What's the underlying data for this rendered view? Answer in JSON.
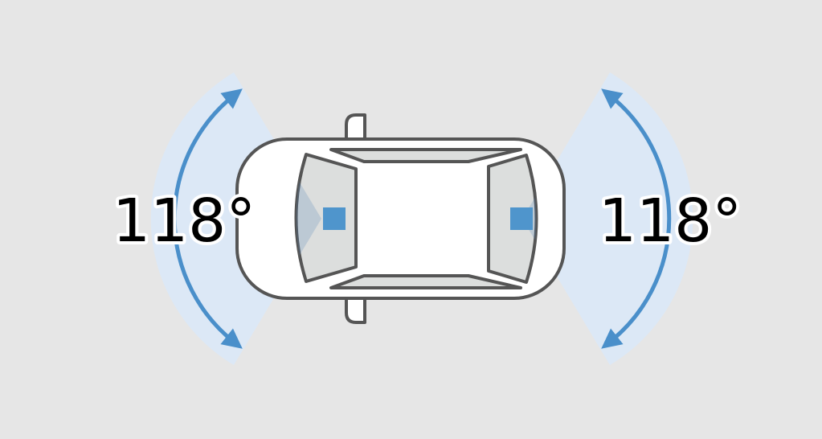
{
  "diagram": {
    "left_angle_label": "118°",
    "right_angle_label": "118°",
    "field_of_view_degrees": 118,
    "colors": {
      "background": "#e6e6e6",
      "cone": "#dce8f6",
      "arrow": "#4a8fca",
      "camera": "#4f95cc",
      "car_outline": "#555555",
      "window": "#dcdedd"
    }
  }
}
